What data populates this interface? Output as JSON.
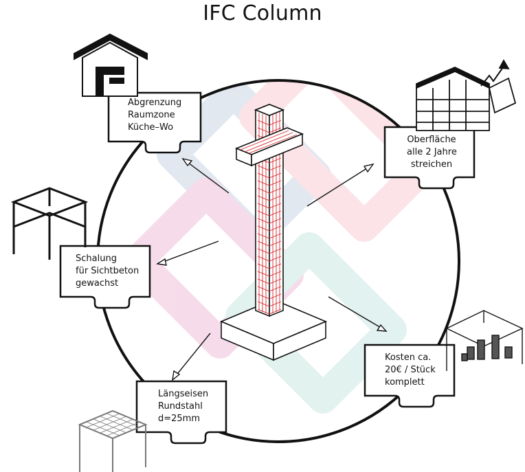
{
  "title": "IFC Column",
  "colors": {
    "stroke": "#111111",
    "rebar": "#d9252a",
    "bg": "#ffffff"
  },
  "callouts": {
    "zone": {
      "lines": [
        "Abgrenzung",
        "Raumzone",
        "Küche–Wo"
      ],
      "icon": "house-icon"
    },
    "surface": {
      "lines": [
        "Oberfläche",
        "alle 2 Jahre",
        "streichen"
      ],
      "icon": "building-growth-icon"
    },
    "formwork": {
      "lines": [
        "Schalung",
        "für Sichtbeton",
        "gewachst"
      ],
      "icon": "frame-structure-icon"
    },
    "cost": {
      "lines": [
        "Kosten ca.",
        "20€ / Stück",
        "komplett"
      ],
      "icon": "cost-bars-icon"
    },
    "rebar": {
      "lines": [
        "Längseisen",
        "Rundstahl",
        "d=25mm"
      ],
      "icon": "grid-frame-icon"
    }
  },
  "center_icon": "column-rebar-icon"
}
